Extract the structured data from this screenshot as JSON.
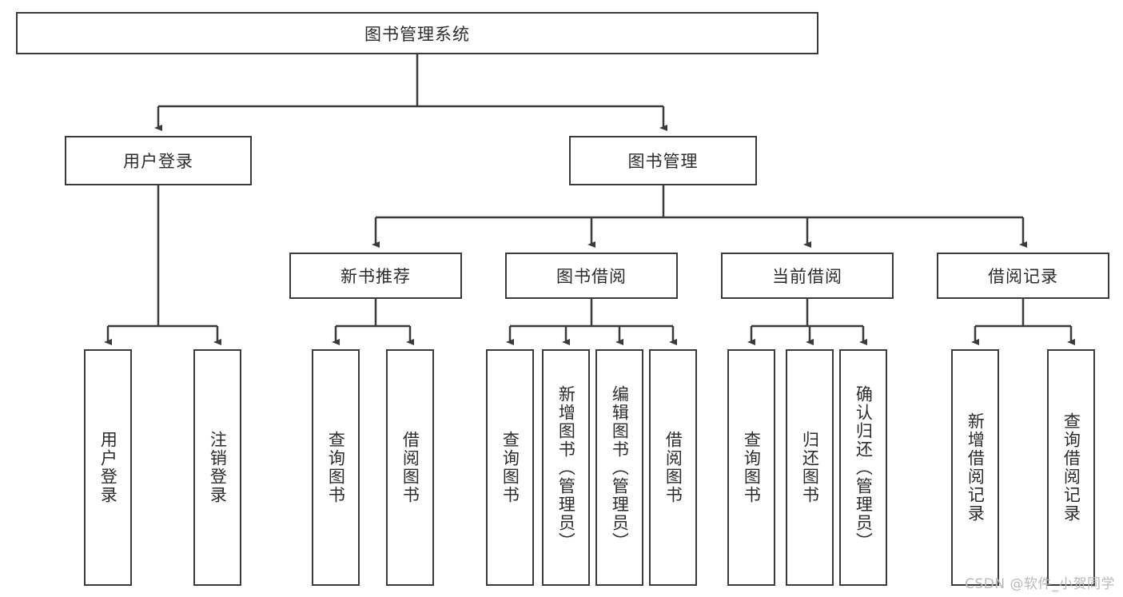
{
  "diagram": {
    "title": "图书管理系统",
    "type": "hierarchy-tree",
    "root": {
      "label": "图书管理系统"
    },
    "level2": [
      {
        "label": "用户登录"
      },
      {
        "label": "图书管理"
      }
    ],
    "level3": [
      {
        "label": "新书推荐"
      },
      {
        "label": "图书借阅"
      },
      {
        "label": "当前借阅"
      },
      {
        "label": "借阅记录"
      }
    ],
    "leaves": {
      "user_login": [
        {
          "label": "用户登录"
        },
        {
          "label": "注销登录"
        }
      ],
      "new_book_recommend": [
        {
          "label": "查询图书"
        },
        {
          "label": "借阅图书"
        }
      ],
      "book_borrow": [
        {
          "label": "查询图书"
        },
        {
          "label": "新增图书（管理员）"
        },
        {
          "label": "编辑图书（管理员）"
        },
        {
          "label": "借阅图书"
        }
      ],
      "current_borrow": [
        {
          "label": "查询图书"
        },
        {
          "label": "归还图书"
        },
        {
          "label": "确认归还（管理员）"
        }
      ],
      "borrow_record": [
        {
          "label": "新增借阅记录"
        },
        {
          "label": "查询借阅记录"
        }
      ]
    }
  },
  "watermark": {
    "text": "CSDN @软件_小贺同学"
  },
  "colors": {
    "stroke": "#3a3a3a",
    "background": "#ffffff",
    "text": "#2b2b2b",
    "watermark": "#b9b9b9"
  }
}
